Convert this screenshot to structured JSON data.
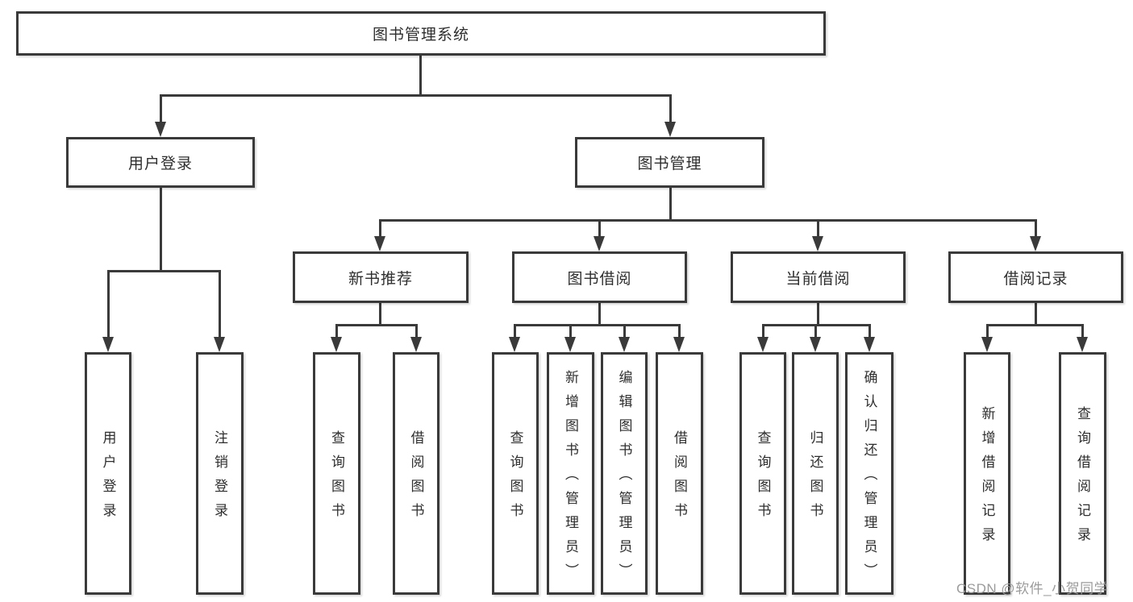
{
  "diagram": {
    "root": {
      "label": "图书管理系统"
    },
    "level1": [
      {
        "label": "用户登录"
      },
      {
        "label": "图书管理"
      }
    ],
    "level2": [
      {
        "label": "新书推荐"
      },
      {
        "label": "图书借阅"
      },
      {
        "label": "当前借阅"
      },
      {
        "label": "借阅记录"
      }
    ],
    "leaves": {
      "user_login": "用户登录",
      "logout": "注销登录",
      "query_book_a": "查询图书",
      "borrow_book_a": "借阅图书",
      "query_book_b": "查询图书",
      "add_book": "新增图书（管理员）",
      "edit_book": "编辑图书（管理员）",
      "borrow_book_b": "借阅图书",
      "query_book_c": "查询图书",
      "return_book": "归还图书",
      "confirm_return": "确认归还（管理员）",
      "add_record": "新增借阅记录",
      "query_record": "查询借阅记录"
    }
  },
  "watermark": {
    "text": "CSDN @软件_小贺同学"
  },
  "colors": {
    "line": "#3a3a3a",
    "text": "#2e2e2e",
    "watermark": "#9b9b9b",
    "background": "#ffffff"
  }
}
